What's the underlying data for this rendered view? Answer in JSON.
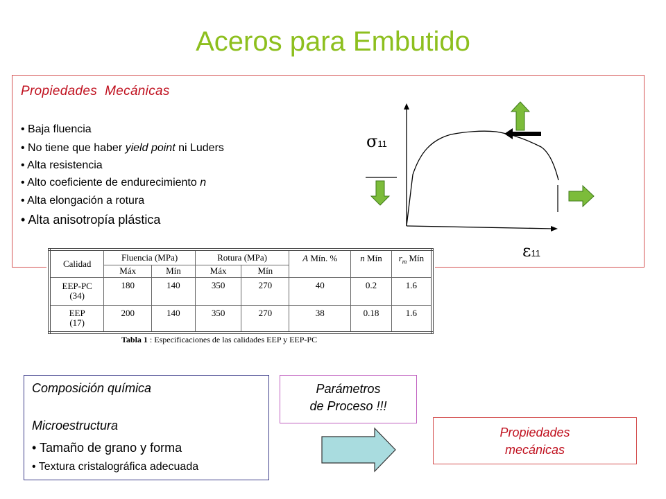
{
  "title": "Aceros para Embutido",
  "mechanical": {
    "heading": "Propiedades  Mecánicas",
    "bullets": [
      {
        "plain": "Baja fluencia",
        "italic": "",
        "after": ""
      },
      {
        "plain": "No tiene que haber ",
        "italic": "yield point",
        "after": " ni Luders"
      },
      {
        "plain": "Alta resistencia",
        "italic": "",
        "after": ""
      },
      {
        "plain": "Alto coeficiente de endurecimiento ",
        "italic": "n",
        "after": ""
      },
      {
        "plain": "Alta elongación a rotura",
        "italic": "",
        "after": ""
      },
      {
        "plain": "Alta anisotropía plástica",
        "italic": "",
        "after": ""
      }
    ]
  },
  "chart": {
    "y_symbol": "σ",
    "y_subscript": "11",
    "x_symbol": "ε",
    "x_subscript": "11",
    "colors": {
      "arrow_fill": "#7cbc3a",
      "arrow_stroke": "#3f7a1a",
      "curve": "#000000"
    }
  },
  "table": {
    "headers": {
      "calidad": "Calidad",
      "fluencia": "Fluencia (MPa)",
      "rotura": "Rotura (MPa)",
      "a_min": "A Mín. %",
      "n_min": "n Mín",
      "rm_min": "rm Mín",
      "max": "Máx",
      "min": "Mín"
    },
    "rows": [
      {
        "calidad": "EEP-PC",
        "code": "(34)",
        "fl_max": "180",
        "fl_min": "140",
        "rot_max": "350",
        "rot_min": "270",
        "a_min": "40",
        "n_min": "0.2",
        "rm_min": "1.6"
      },
      {
        "calidad": "EEP",
        "code": "(17)",
        "fl_max": "200",
        "fl_min": "140",
        "rot_max": "350",
        "rot_min": "270",
        "a_min": "38",
        "n_min": "0.18",
        "rm_min": "1.6"
      }
    ],
    "caption_bold": "Tabla 1",
    "caption_rest": " : Especificaciones de las calidades EEP y EEP-PC"
  },
  "composition": {
    "line1": "Composición química",
    "line2": "Microestructura",
    "bullets": [
      "Tamaño de grano y forma",
      "Textura cristalográfica adecuada"
    ]
  },
  "process": {
    "line1": "Parámetros",
    "line2": "de Proceso !!!"
  },
  "result": {
    "line1": "Propiedades",
    "line2": "mecánicas"
  },
  "colors": {
    "title": "#8dbf1e",
    "red": "#c0111f",
    "box_red": "#d45050",
    "arrow_fill": "#a9dcdf"
  }
}
